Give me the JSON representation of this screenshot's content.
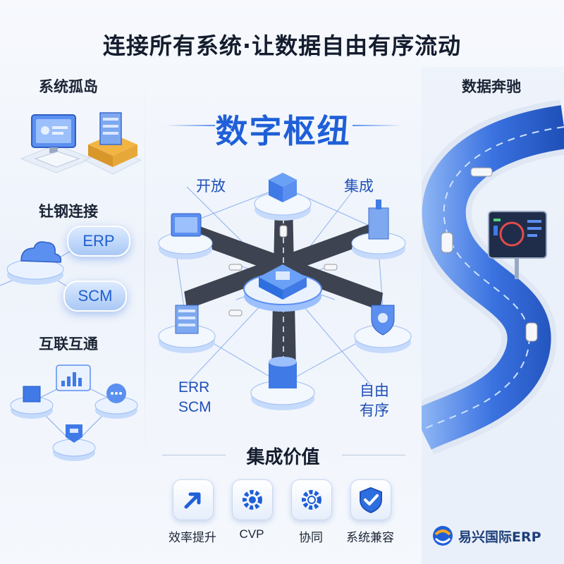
{
  "title": "连接所有系统·让数据自由有序流动",
  "left": {
    "sections": [
      {
        "label": "系统孤岛"
      },
      {
        "label": "钍钢连接"
      },
      {
        "label": "互联互通"
      }
    ],
    "pills": [
      "ERP",
      "SCM"
    ]
  },
  "center": {
    "hub_title": "数字枢纽",
    "labels": {
      "open": "开放",
      "integrate": "集成",
      "err": "ERR",
      "scm": "SCM",
      "free": "自由",
      "ordered": "有序"
    }
  },
  "right": {
    "label": "数据奔驰"
  },
  "values": {
    "title": "集成价值",
    "items": [
      {
        "label": "效率提升",
        "icon": "arrow-up-right-icon"
      },
      {
        "label": "CVP",
        "icon": "gear-icon"
      },
      {
        "label": "协同",
        "icon": "gear-icon"
      },
      {
        "label": "系统兼容",
        "icon": "shield-check-icon"
      }
    ]
  },
  "logo": {
    "text": "易兴国际ERP"
  },
  "colors": {
    "accent": "#1f5fd8",
    "light_blue": "#a9c8f5",
    "road": "#3d4350",
    "platform": "#eef3fb"
  }
}
